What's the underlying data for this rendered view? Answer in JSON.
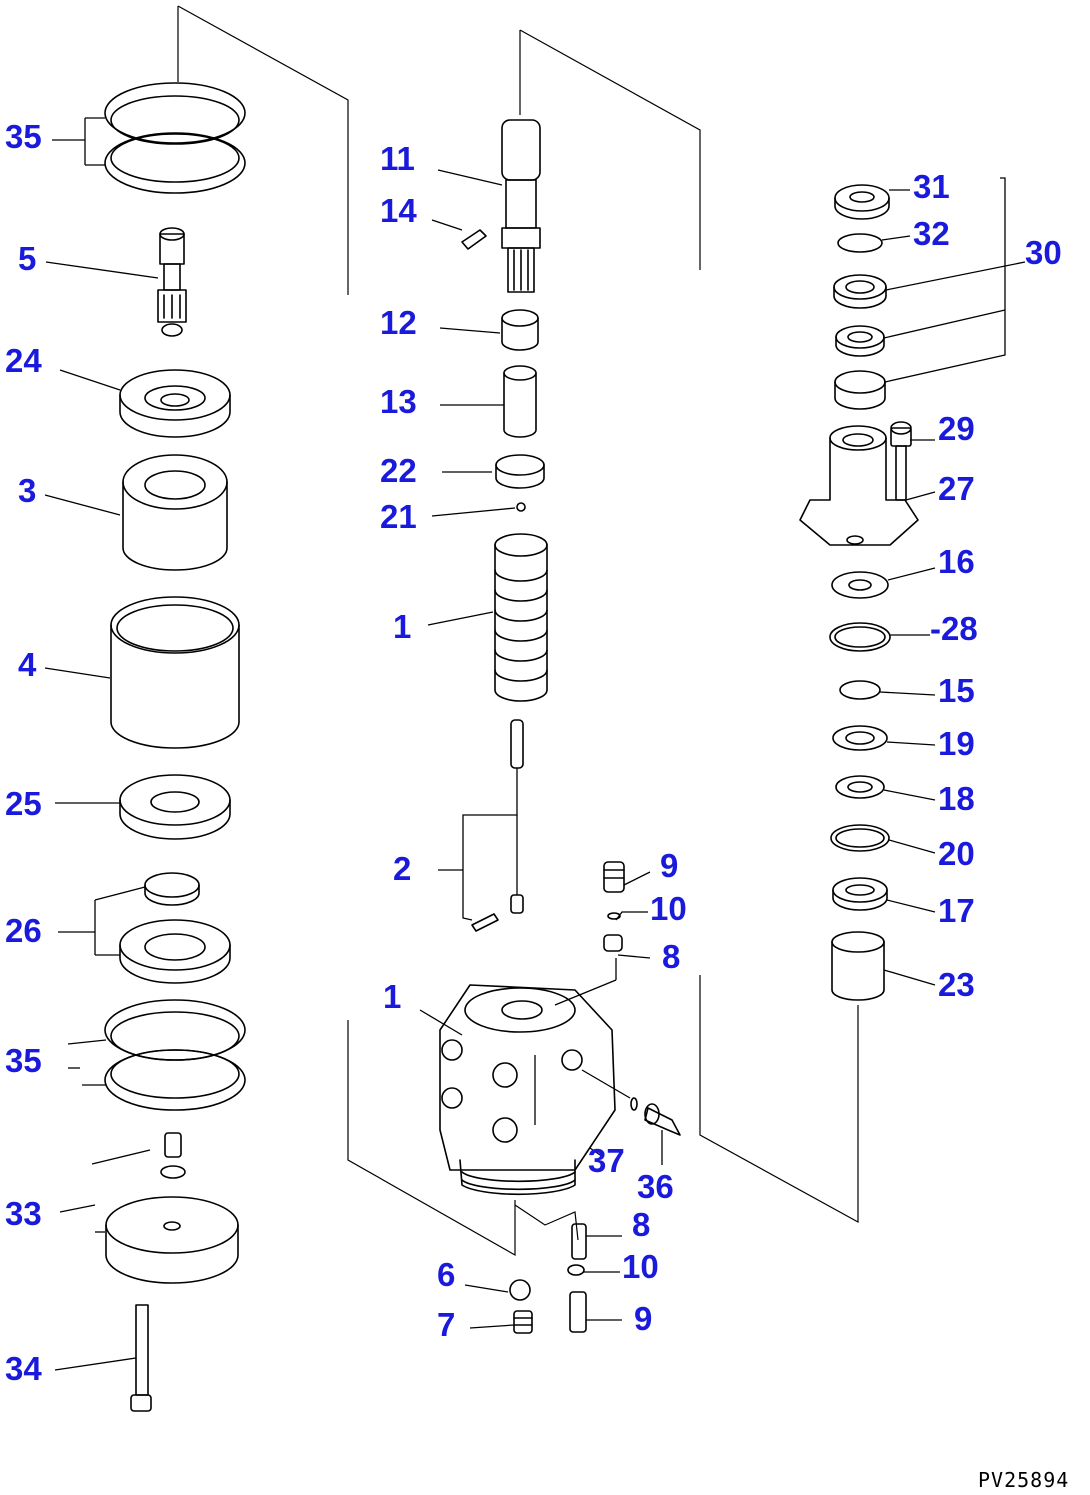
{
  "document_id": "PV25894",
  "callouts": {
    "c35a": "35",
    "c5": "5",
    "c24": "24",
    "c3": "3",
    "c4": "4",
    "c25": "25",
    "c26": "26",
    "c35b": "35",
    "c33": "33",
    "c34": "34",
    "c11": "11",
    "c14": "14",
    "c12": "12",
    "c13": "13",
    "c22": "22",
    "c21": "21",
    "c1a": "1",
    "c2": "2",
    "c9a": "9",
    "c10a": "10",
    "c8a": "8",
    "c1b": "1",
    "c37": "37",
    "c36": "36",
    "c8b": "8",
    "c10b": "10",
    "c6": "6",
    "c7": "7",
    "c9b": "9",
    "c31": "31",
    "c32": "32",
    "c30": "30",
    "c29": "29",
    "c27": "27",
    "c16": "16",
    "c28": "-28",
    "c15": "15",
    "c19": "19",
    "c18": "18",
    "c20": "20",
    "c17": "17",
    "c23": "23"
  }
}
